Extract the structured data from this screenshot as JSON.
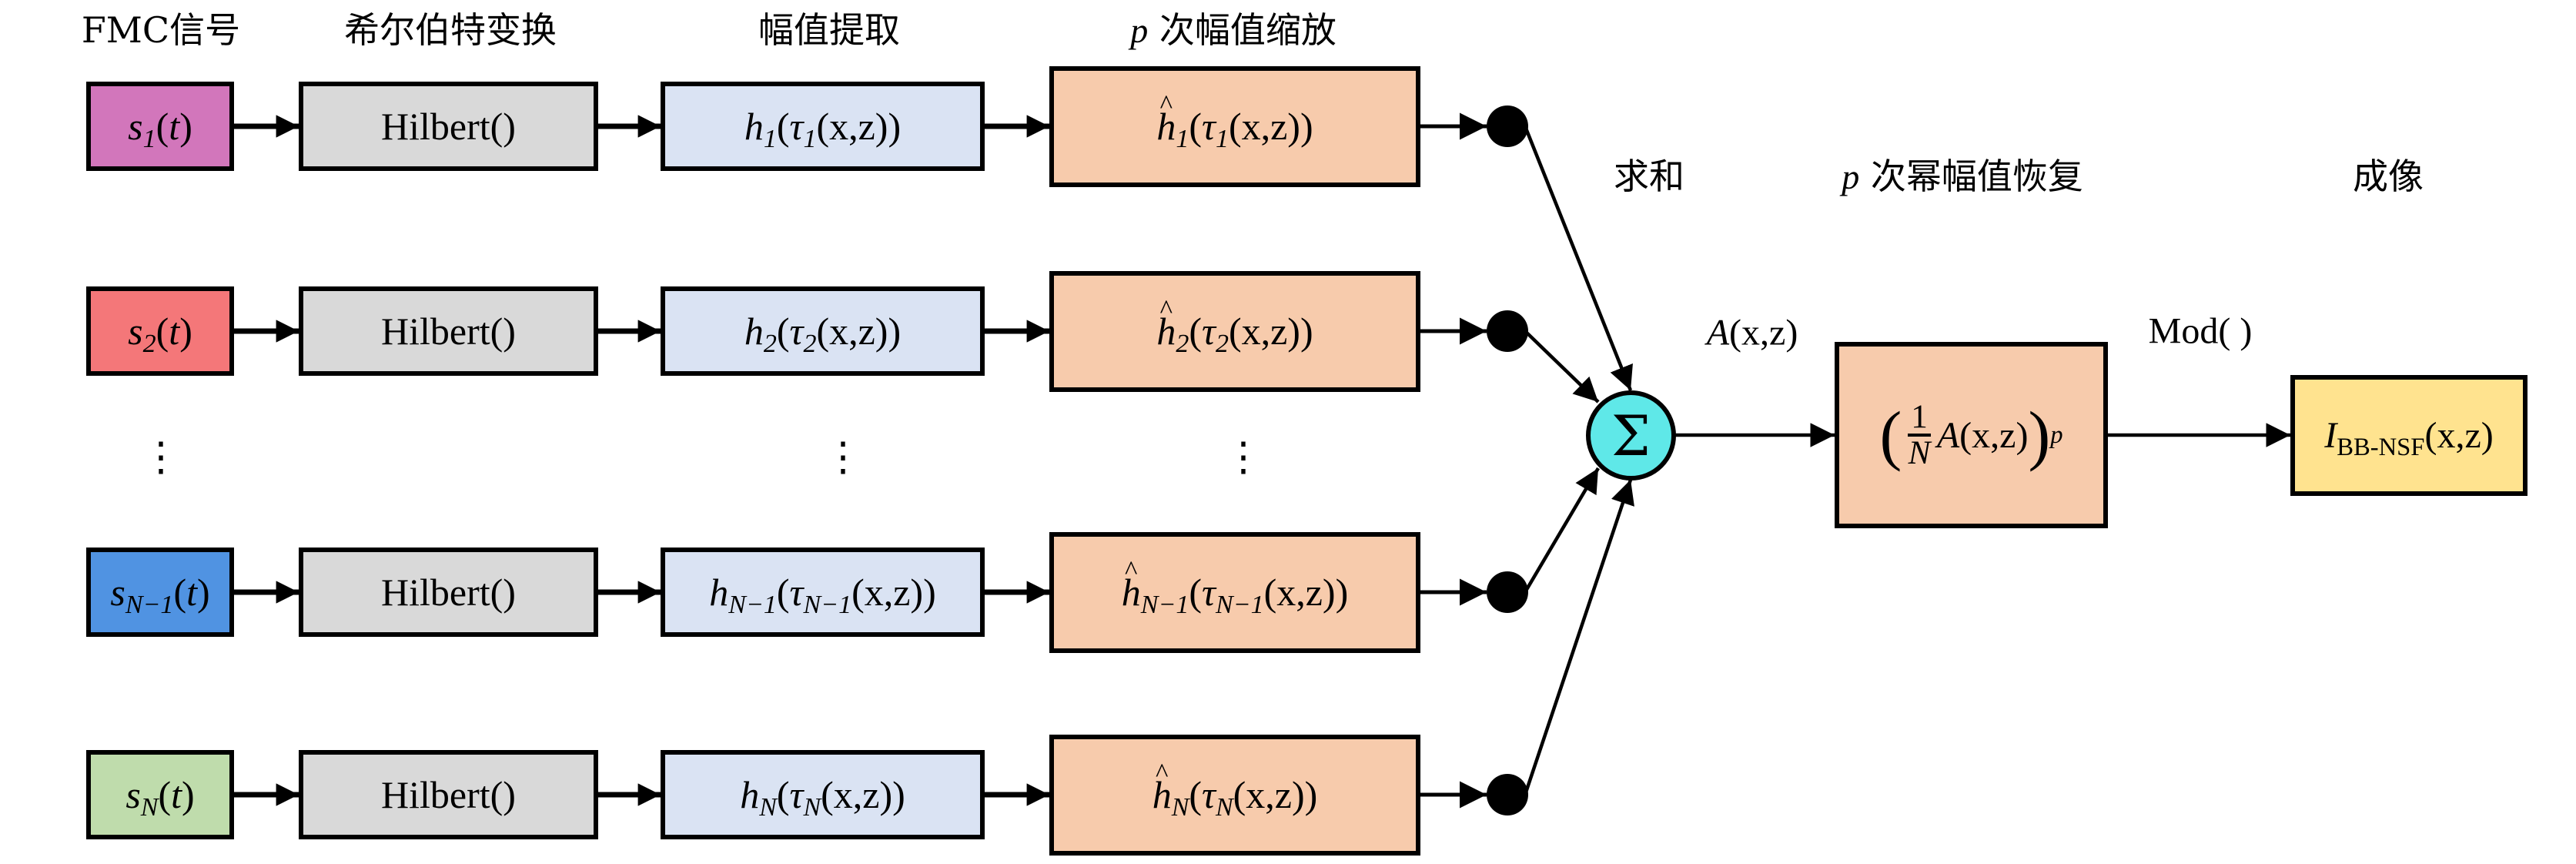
{
  "headers": {
    "fmc_signal": "FMC信号",
    "hilbert_transform": "希尔伯特变换",
    "amplitude_extraction": "幅值提取",
    "p_scaling_var": "p",
    "p_scaling_text": "次幅值缩放",
    "summation": "求和",
    "p_recovery_var": "p",
    "p_recovery_text": "次幂幅值恢复",
    "imaging": "成像"
  },
  "rows": [
    {
      "signal": {
        "base": "s",
        "sub": "1",
        "arg": "(t)",
        "color": "#D276BB"
      },
      "hilbert": "Hilbert()",
      "envelope": {
        "base": "h",
        "sub": "1",
        "tau_sub": "1",
        "arg": "(x,z)"
      },
      "scaled": {
        "base": "h",
        "sub": "1",
        "tau_sub": "1",
        "arg": "(x,z)"
      }
    },
    {
      "signal": {
        "base": "s",
        "sub": "2",
        "arg": "(t)",
        "color": "#F47779"
      },
      "hilbert": "Hilbert()",
      "envelope": {
        "base": "h",
        "sub": "2",
        "tau_sub": "2",
        "arg": "(x,z)"
      },
      "scaled": {
        "base": "h",
        "sub": "2",
        "tau_sub": "2",
        "arg": "(x,z)"
      }
    },
    {
      "signal": {
        "base": "s",
        "sub": "N−1",
        "arg": "(t)",
        "color": "#5093E2"
      },
      "hilbert": "Hilbert()",
      "envelope": {
        "base": "h",
        "sub": "N−1",
        "tau_sub": "N−1",
        "arg": "(x,z)"
      },
      "scaled": {
        "base": "h",
        "sub": "N−1",
        "tau_sub": "N−1",
        "arg": "(x,z)"
      }
    },
    {
      "signal": {
        "base": "s",
        "sub": "N",
        "arg": "(t)",
        "color": "#BFDCAC"
      },
      "hilbert": "Hilbert()",
      "envelope": {
        "base": "h",
        "sub": "N",
        "tau_sub": "N",
        "arg": "(x,z)"
      },
      "scaled": {
        "base": "h",
        "sub": "N",
        "tau_sub": "N",
        "arg": "(x,z)"
      }
    }
  ],
  "ellipsis": "⋮",
  "sum_symbol": "Σ",
  "sum_output_label": {
    "base": "A",
    "arg": "(x,z)"
  },
  "recovery": {
    "open_paren": "(",
    "frac_num": "1",
    "frac_den": "N",
    "body_base": "A",
    "body_arg": "(x,z)",
    "close_paren": ")",
    "exponent": "p"
  },
  "mod_label": "Mod( )",
  "output": {
    "base": "I",
    "sub": "BB-NSF",
    "arg": "(x,z)"
  },
  "tau_symbol": "τ",
  "colors": {
    "hilbert_fill": "#D9D9D9",
    "envelope_fill": "#DAE3F3",
    "scaled_fill": "#F7CBAC",
    "sum_fill": "#5FE8E8",
    "recovery_fill": "#F7CBAC",
    "output_fill": "#FFE38F"
  }
}
